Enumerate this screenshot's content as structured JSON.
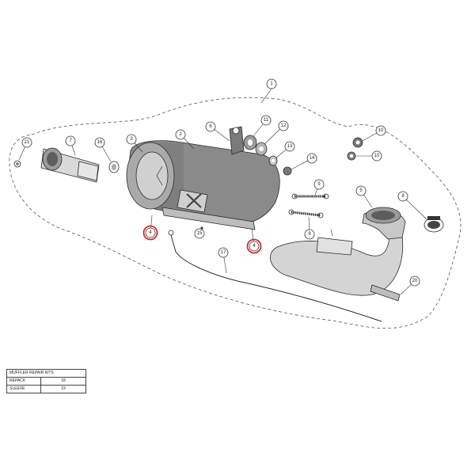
{
  "callouts": [
    {
      "id": "1",
      "label": "1",
      "highlight": false
    },
    {
      "id": "2",
      "label": "2",
      "highlight": false
    },
    {
      "id": "3",
      "label": "3",
      "highlight": false
    },
    {
      "id": "4a",
      "label": "4",
      "highlight": true
    },
    {
      "id": "4b",
      "label": "4",
      "highlight": true
    },
    {
      "id": "5",
      "label": "5",
      "highlight": false
    },
    {
      "id": "6",
      "label": "6",
      "highlight": false
    },
    {
      "id": "7",
      "label": "7",
      "highlight": false
    },
    {
      "id": "8",
      "label": "8",
      "highlight": false
    },
    {
      "id": "9a",
      "label": "9",
      "highlight": false
    },
    {
      "id": "9b",
      "label": "9",
      "highlight": false
    },
    {
      "id": "10a",
      "label": "10",
      "highlight": false
    },
    {
      "id": "10b",
      "label": "10",
      "highlight": false
    },
    {
      "id": "11",
      "label": "11",
      "highlight": false
    },
    {
      "id": "12",
      "label": "12",
      "highlight": false
    },
    {
      "id": "13",
      "label": "13",
      "highlight": false
    },
    {
      "id": "14",
      "label": "14",
      "highlight": false
    },
    {
      "id": "15",
      "label": "15",
      "highlight": false
    },
    {
      "id": "16",
      "label": "16",
      "highlight": false
    },
    {
      "id": "17",
      "label": "17",
      "highlight": false
    },
    {
      "id": "20",
      "label": "20",
      "highlight": false
    },
    {
      "id": "21",
      "label": "21",
      "highlight": false
    }
  ],
  "repair_kits": {
    "title": "MUFFLER REPAIR KITS",
    "rows": [
      {
        "label": "REPACK",
        "value": "18"
      },
      {
        "label": "SLEEVE",
        "value": "19"
      }
    ]
  },
  "colors": {
    "line": "#2a2a2a",
    "muffler": "#7d7d7d",
    "highlight": "#d42a2a"
  }
}
